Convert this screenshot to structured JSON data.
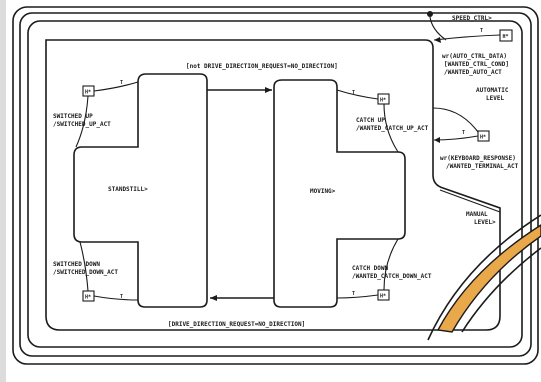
{
  "diagram": {
    "regions": {
      "speed_ctrl": "SPEED_CTRL>",
      "automatic_level": [
        "AUTOMATIC",
        "LEVEL"
      ],
      "manual_level": [
        "MANUAL",
        "LEVEL>"
      ]
    },
    "states": {
      "standstill": "STANDSTILL>",
      "moving": "MOVING>"
    },
    "nodes": {
      "h_label": "H*",
      "t_label": "T"
    },
    "transitions": {
      "top_action": "[not DRIVE_DIRECTION_REQUEST=NO_DIRECTION]",
      "bottom_action": "[DRIVE_DIRECTION_REQUEST=NO_DIRECTION]",
      "switched_up": [
        "SWITCHED UP",
        "/SWITCHED_UP_ACT"
      ],
      "switched_down": [
        "SWITCHED DOWN",
        "/SWITCHED_DOWN_ACT"
      ],
      "catch_up": [
        "CATCH UP",
        "/WANTED_CATCH_UP_ACT"
      ],
      "catch_down": [
        "CATCH DOWN",
        "/WANTED_CATCH_DOWN_ACT"
      ],
      "auto_ctrl": [
        "wr(AUTO_CTRL_DATA)",
        "[WANTED_CTRL_COND]",
        "/WANTED_AUTO_ACT"
      ],
      "keyboard": [
        "wr(KEYBOARD_RESPONSE)",
        "/WANTED_TERMINAL_ACT"
      ]
    }
  },
  "colors": {
    "ink": "#1b1b1b",
    "paper": "#ffffff",
    "scan_edge": "#d8d8d8",
    "accent_fill": "#e9a94a"
  }
}
